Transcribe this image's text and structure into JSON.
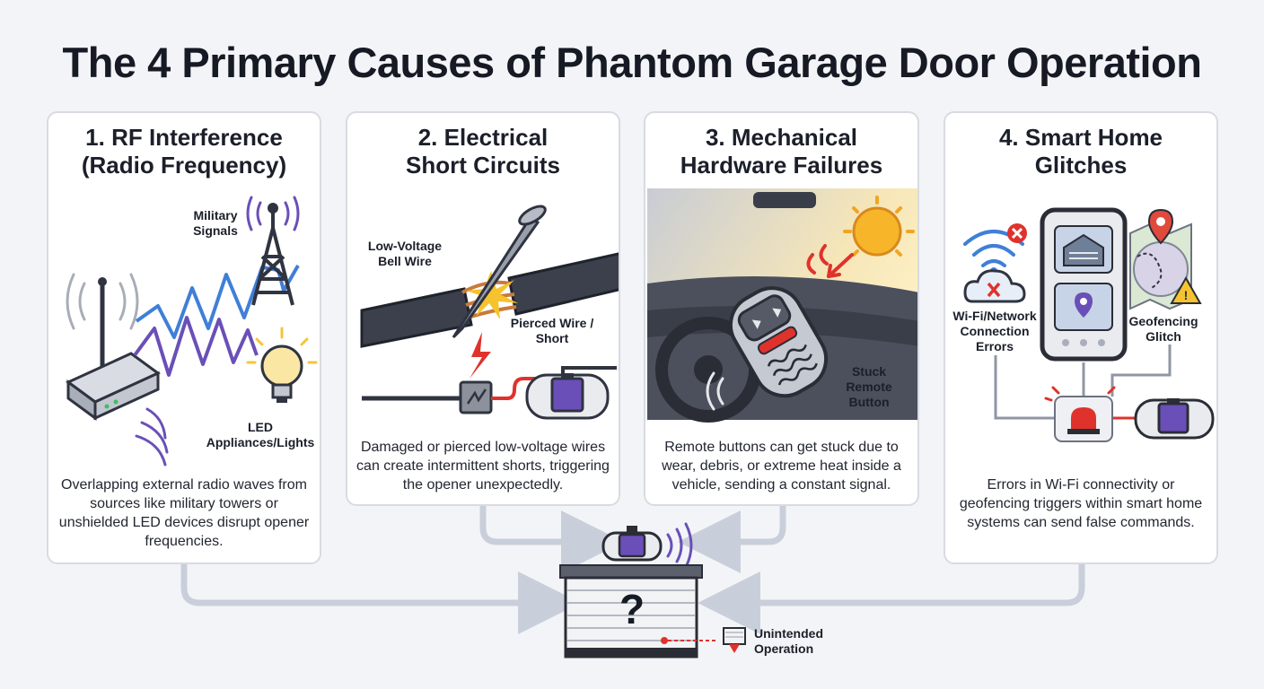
{
  "title": "The 4 Primary Causes of Phantom Garage Door Operation",
  "cards": [
    {
      "title_line1": "1. RF Interference",
      "title_line2": "(Radio Frequency)",
      "labels": [
        "Military Signals",
        "LED Appliances/Lights"
      ],
      "description": "Overlapping external radio waves from sources like military towers or unshielded LED devices disrupt opener frequencies."
    },
    {
      "title_line1": "2. Electrical",
      "title_line2": "Short Circuits",
      "labels": [
        "Low-Voltage Bell Wire",
        "Pierced Wire / Short"
      ],
      "description": "Damaged or pierced low-voltage wires can create intermittent shorts, triggering the opener unexpectedly."
    },
    {
      "title_line1": "3. Mechanical",
      "title_line2": "Hardware Failures",
      "labels": [
        "Stuck Remote Button"
      ],
      "description": "Remote buttons can get stuck due to wear, debris, or extreme heat inside a vehicle, sending a constant signal."
    },
    {
      "title_line1": "4. Smart Home",
      "title_line2": "Glitches",
      "labels": [
        "Wi-Fi/Network Connection Errors",
        "Geofencing Glitch"
      ],
      "description": "Errors in Wi-Fi connectivity or geofencing triggers within smart home systems can send false commands."
    }
  ],
  "center": {
    "door_symbol": "?",
    "result_label": "Unintended Operation"
  },
  "colors": {
    "accent_red": "#e0322c",
    "accent_purple": "#6a4fb8",
    "accent_blue": "#3f7fd8",
    "connector": "#c9cfda"
  }
}
